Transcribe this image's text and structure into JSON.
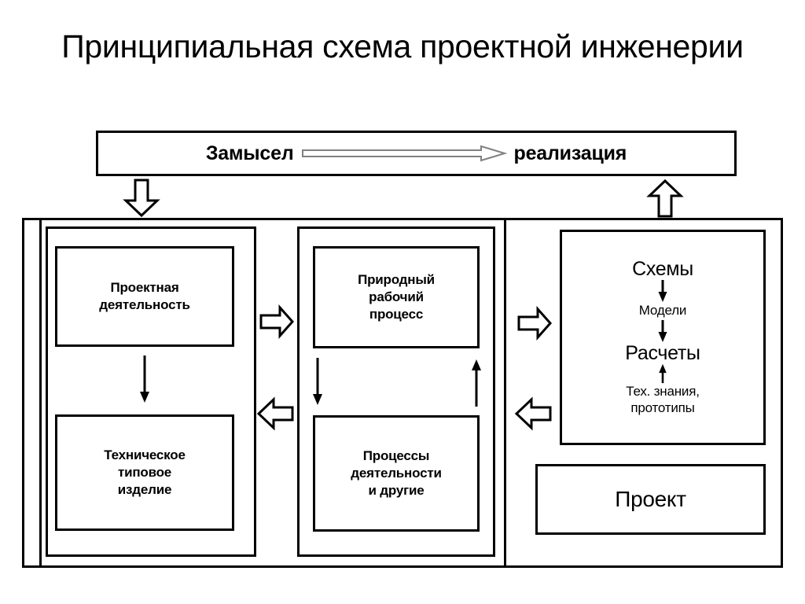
{
  "title": "Принципиальная схема проектной инженерии",
  "banner": {
    "left_label": "Замысел",
    "right_label": "реализация",
    "arrow_icon": "long-right-arrow-icon"
  },
  "connectors": {
    "banner_to_left_column": "down-block-arrow-icon",
    "right_column_to_banner": "up-block-arrow-icon",
    "left_to_middle": "right-block-arrow-icon",
    "middle_to_left": "left-block-arrow-icon",
    "middle_to_right": "right-block-arrow-icon",
    "right_to_middle": "left-block-arrow-icon",
    "proj_act_to_tech_prod": "down-arrow-icon",
    "nat_proc_to_act_proc": "down-arrow-icon",
    "act_proc_to_nat_proc": "up-arrow-icon"
  },
  "columns": {
    "left": {
      "nodes": [
        {
          "name": "project-activity",
          "label": "Проектная\nдеятельность"
        },
        {
          "name": "technical-standard-product",
          "label": "Техническое\nтиповое\nизделие"
        }
      ]
    },
    "middle": {
      "nodes": [
        {
          "name": "natural-working-process",
          "label": "Природный\nрабочий\nпроцесс"
        },
        {
          "name": "activity-processes",
          "label": "Процессы\nдеятельности\nи другие"
        }
      ]
    },
    "right": {
      "schemes_box": {
        "steps": [
          {
            "name": "schemes",
            "label": "Схемы",
            "size": "large"
          },
          {
            "name": "models",
            "label": "Модели",
            "size": "small"
          },
          {
            "name": "calculations",
            "label": "Расчеты",
            "size": "large"
          },
          {
            "name": "tech-knowledge-prototypes",
            "label": "Тех. знания,\nпрототипы",
            "size": "small"
          }
        ],
        "arrows": [
          "down-arrow-icon",
          "down-arrow-icon",
          "up-arrow-icon"
        ]
      },
      "project_box": {
        "name": "project",
        "label": "Проект"
      }
    }
  },
  "colors": {
    "stroke": "#000000",
    "background": "#ffffff",
    "banner_arrow_stroke": "#808080"
  }
}
